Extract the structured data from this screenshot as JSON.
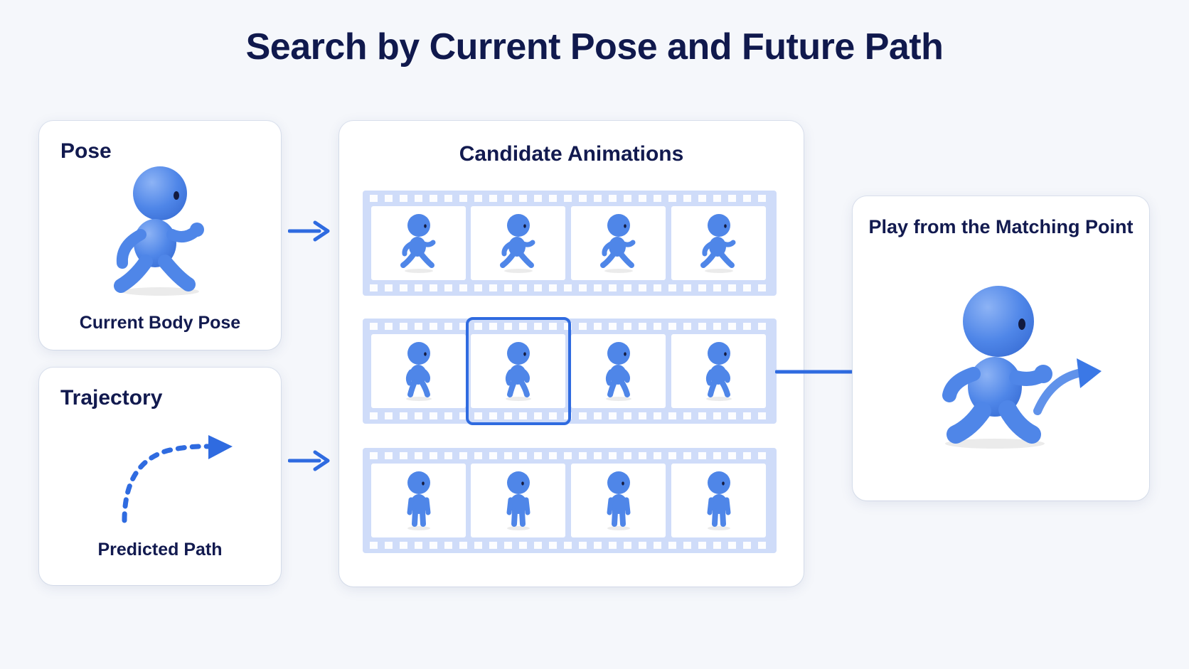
{
  "diagram": {
    "title": "Search by Current Pose and Future Path",
    "pose_card": {
      "heading": "Pose",
      "caption": "Current Body Pose",
      "figure_icon": "walking-figure-icon"
    },
    "trajectory_card": {
      "heading": "Trajectory",
      "caption": "Predicted Path",
      "path_icon": "dashed-curved-arrow-icon"
    },
    "candidates_card": {
      "heading": "Candidate Animations",
      "strips": [
        {
          "motion": "walk",
          "frames": 4
        },
        {
          "motion": "jog",
          "frames": 4,
          "highlighted_frame": 2
        },
        {
          "motion": "idle",
          "frames": 4
        }
      ]
    },
    "result_card": {
      "heading": "Play from the Matching Point",
      "figure_icon": "walking-figure-with-arrow-icon"
    },
    "colors": {
      "accent": "#2f6be0",
      "figure": "#4f86e8",
      "title": "#10194d",
      "film": "#cfdcf9"
    }
  }
}
